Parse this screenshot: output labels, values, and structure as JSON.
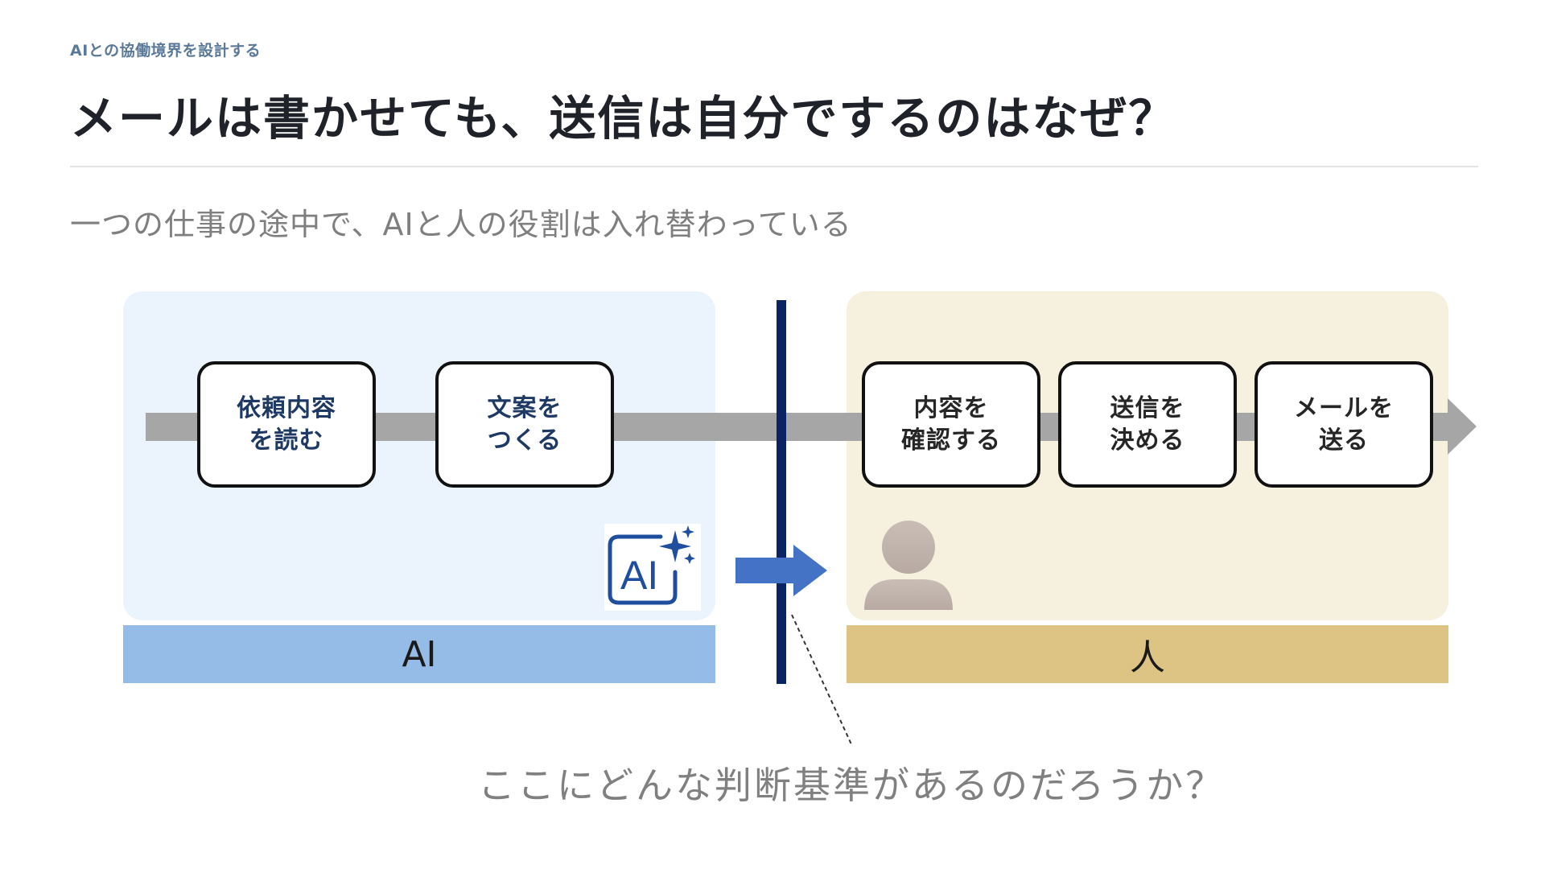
{
  "header": {
    "breadcrumb": "AIとの協働境界を設計する",
    "title": "メールは書かせても、送信は自分でするのはなぜ？",
    "subtitle": "一つの仕事の途中で、AIと人の役割は入れ替わっている"
  },
  "flow": {
    "ai_steps": [
      {
        "label": "依頼内容\nを読む"
      },
      {
        "label": "文案を\nつくる"
      }
    ],
    "human_steps": [
      {
        "label": "内容を\n確認する"
      },
      {
        "label": "送信を\n決める"
      },
      {
        "label": "メールを\n送る"
      }
    ]
  },
  "zones": {
    "ai_label": "AI",
    "human_label": "人"
  },
  "icons": {
    "ai_logo": "ai-sparkle-icon",
    "ai_logo_text": "AI",
    "handoff": "arrow-right-icon",
    "person": "person-icon"
  },
  "footer": {
    "question": "ここにどんな判断基準があるのだろうか？"
  },
  "colors": {
    "ai_zone": "#ebf3fc",
    "human_zone": "#f6f0df",
    "ai_label_bar": "#95bce6",
    "human_label_bar": "#ddc485",
    "divider": "#0a2463",
    "handoff_arrow": "#4472c4",
    "flow_bar": "#a6a6a6"
  }
}
